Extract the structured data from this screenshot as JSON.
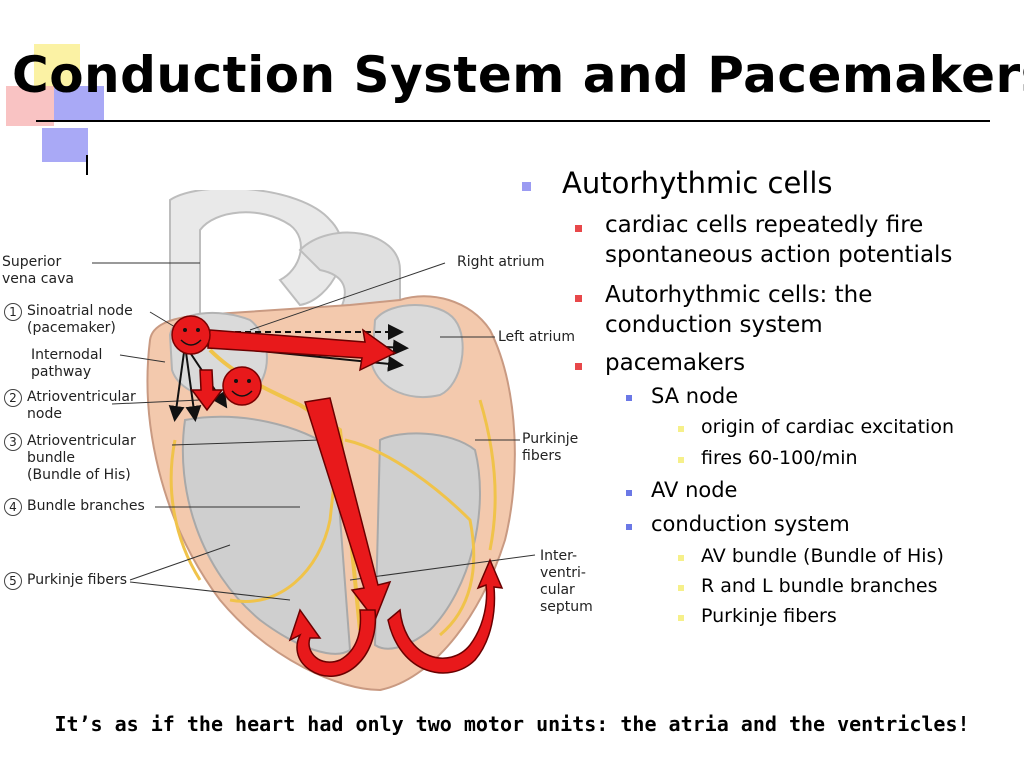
{
  "slide": {
    "title": "Conduction System and Pacemakers",
    "footer": "It’s as if the heart had only two motor units: the atria and the ventricles!"
  },
  "diagram": {
    "labels": {
      "superior_vena_cava": [
        "Superior",
        "vena cava"
      ],
      "right_atrium": "Right atrium",
      "left_atrium": "Left atrium",
      "purkinje_right": [
        "Purkinje",
        "fibers"
      ],
      "interventricular_septum": [
        "Inter-",
        "ventri-",
        "cular",
        "septum"
      ],
      "numbered": [
        {
          "num": "1",
          "lines": [
            "Sinoatrial node",
            "(pacemaker)"
          ]
        },
        {
          "num": "",
          "lines": [
            "Internodal",
            "pathway"
          ]
        },
        {
          "num": "2",
          "lines": [
            "Atrioventricular",
            "node"
          ]
        },
        {
          "num": "3",
          "lines": [
            "Atrioventricular",
            "bundle",
            "(Bundle of His)"
          ]
        },
        {
          "num": "4",
          "lines": [
            "Bundle branches"
          ]
        },
        {
          "num": "5",
          "lines": [
            "Purkinje fibers"
          ]
        }
      ]
    },
    "colors": {
      "arrow": "#e8191b",
      "smiley": "#e8191b",
      "muscle": "#f3c9ad",
      "fiber": "#f0c34a"
    }
  },
  "bullets": {
    "l1": "Autorhythmic cells",
    "l2": [
      [
        "cardiac cells repeatedly fire",
        "spontaneous action potentials"
      ],
      [
        "Autorhythmic cells: the",
        "conduction system"
      ],
      [
        "pacemakers"
      ]
    ],
    "sa_node": "SA node",
    "sa_items": [
      "origin of cardiac excitation",
      "fires 60-100/min"
    ],
    "av_node": "AV node",
    "conduction_system": "conduction system",
    "cs_items": [
      "AV bundle (Bundle of His)",
      "R and L bundle branches",
      "Purkinje fibers"
    ]
  },
  "theme": {
    "bullet_l1": "#9b9bf2",
    "bullet_l2": "#e8484a",
    "bullet_l3": "#6b78e6",
    "bullet_l4": "#f6f08a"
  }
}
